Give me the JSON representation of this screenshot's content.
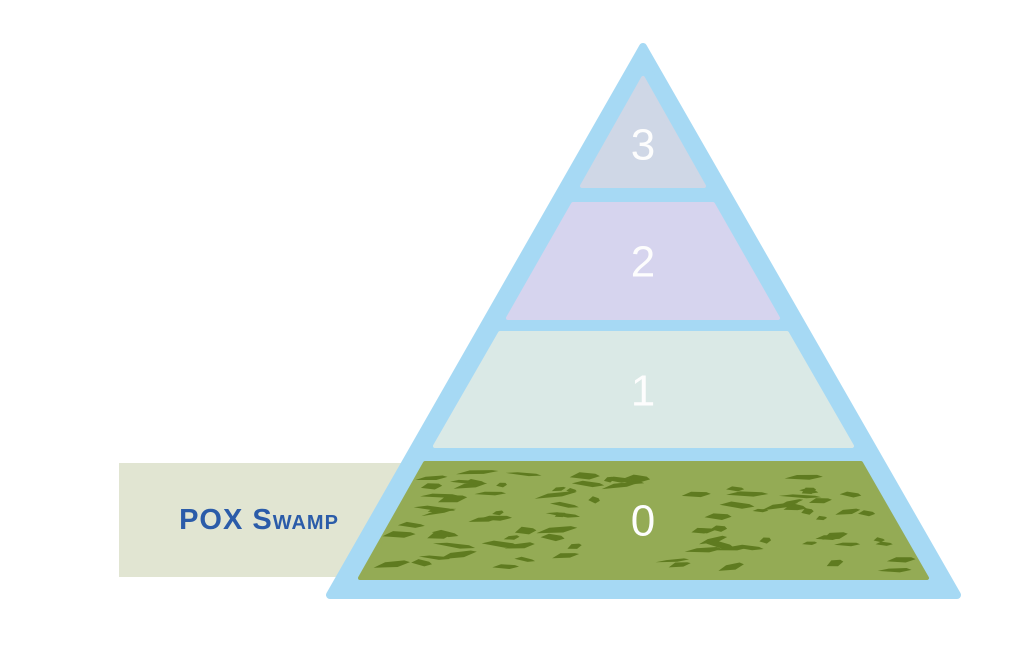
{
  "pyramid": {
    "border_color": "#a6d9f4",
    "number_color": "#fdfdfd",
    "levels": [
      {
        "label": "3",
        "fill": "#cfd7e6"
      },
      {
        "label": "2",
        "fill": "#d6d4ee"
      },
      {
        "label": "1",
        "fill": "#dae9e6"
      },
      {
        "label": "0",
        "fill": "#94ab55",
        "speckle_color": "#5f7b20"
      }
    ]
  },
  "callout": {
    "label": "POX Swamp",
    "background": "#e1e5d2",
    "text_color": "#2b5ca9"
  }
}
